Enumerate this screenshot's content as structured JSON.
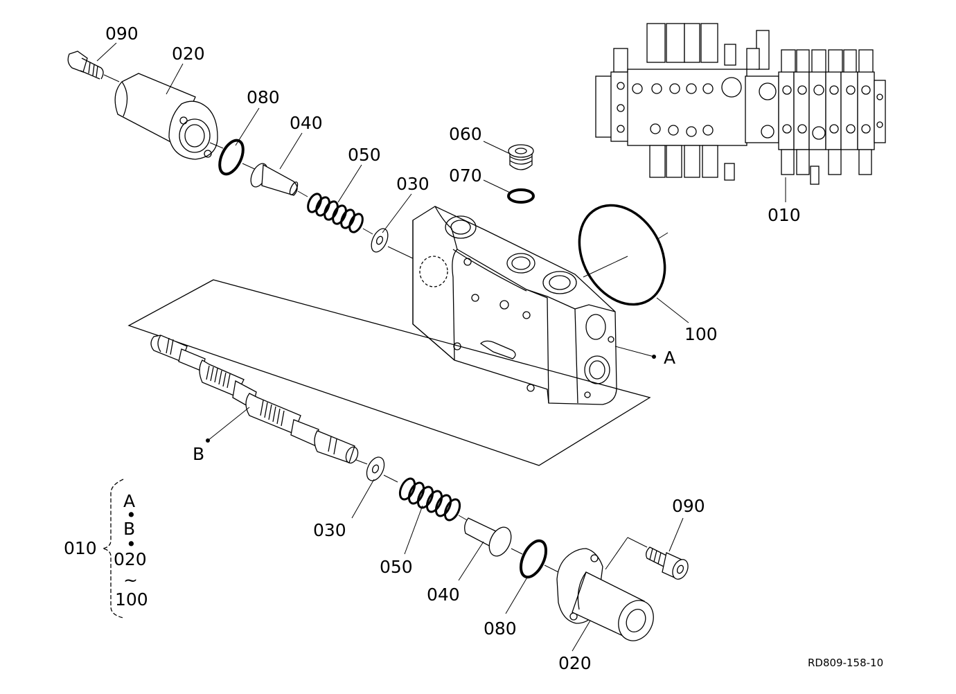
{
  "diagram": {
    "drawing_code": "RD809-158-10",
    "callouts": {
      "p090_top": "090",
      "p020_top": "020",
      "p080_top": "080",
      "p040_top": "040",
      "p050_top": "050",
      "p030_top": "030",
      "p060": "060",
      "p070": "070",
      "p010": "010",
      "p100": "100",
      "ref_a": "A",
      "ref_b": "B",
      "p030_bottom": "030",
      "p050_bottom": "050",
      "p040_bottom": "040",
      "p080_bottom": "080",
      "p020_bottom": "020",
      "p090_bottom": "090"
    },
    "assembly_note": {
      "parent": "010",
      "items": [
        "A",
        "B",
        "020",
        "100"
      ],
      "separator": "•",
      "range_mark": "~"
    }
  }
}
